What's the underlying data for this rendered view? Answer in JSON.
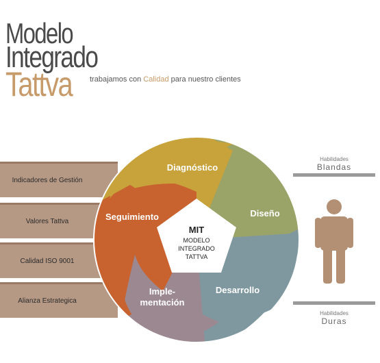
{
  "title": {
    "line1": "Modelo",
    "line2": "Integrado",
    "line3": "Tattva"
  },
  "tagline": {
    "before": "trabajamos con ",
    "highlight": "Calidad",
    "after": " para nuestro clientes"
  },
  "bars": [
    {
      "label": "Indicadores de Gestión"
    },
    {
      "label": "Valores Tattva"
    },
    {
      "label": "Calidad ISO 9001"
    },
    {
      "label": "Alianza Estrategica"
    }
  ],
  "cycle": {
    "segments": [
      {
        "label": "Diagnóstico",
        "color": "#c8a23a"
      },
      {
        "label": "Diseño",
        "color": "#9aa468"
      },
      {
        "label": "Desarrollo",
        "color": "#7f98a0"
      },
      {
        "label_line1": "Imple-",
        "label_line2": "mentación",
        "color": "#9c8890"
      },
      {
        "label": "Seguimiento",
        "color": "#c8622e"
      }
    ],
    "center": {
      "title": "MIT",
      "line1": "MODELO",
      "line2": "INTEGRADO",
      "line3": "TATTVA"
    }
  },
  "habilidades": {
    "top": {
      "small": "Habilidades",
      "big": "Blandas"
    },
    "bottom": {
      "small": "Habilidades",
      "big": "Duras"
    }
  },
  "colors": {
    "accent": "#c79a6a",
    "bar": "#b69985",
    "person": "#b38f73"
  }
}
